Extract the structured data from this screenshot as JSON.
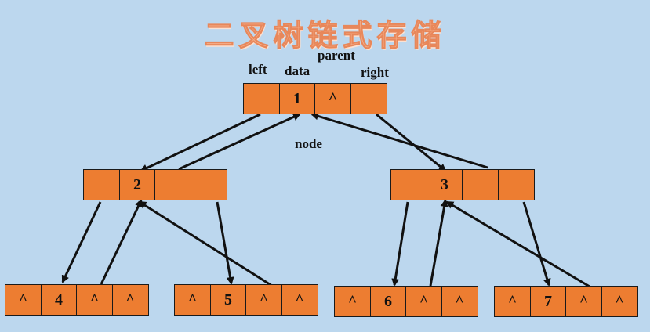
{
  "title": "二叉树链式存储",
  "field_labels": {
    "left": "left",
    "data": "data",
    "parent": "parent",
    "right": "right",
    "node": "node"
  },
  "nodes": [
    {
      "id": "1",
      "cells": [
        "",
        "1",
        "^",
        ""
      ]
    },
    {
      "id": "2",
      "cells": [
        "",
        "2",
        "",
        ""
      ]
    },
    {
      "id": "3",
      "cells": [
        "",
        "3",
        "",
        ""
      ]
    },
    {
      "id": "4",
      "cells": [
        "^",
        "4",
        "^",
        "^"
      ]
    },
    {
      "id": "5",
      "cells": [
        "^",
        "5",
        "^",
        "^"
      ]
    },
    {
      "id": "6",
      "cells": [
        "^",
        "6",
        "^",
        "^"
      ]
    },
    {
      "id": "7",
      "cells": [
        "^",
        "7",
        "^",
        "^"
      ]
    }
  ],
  "edges": [
    {
      "from": "1",
      "to": "2",
      "kind": "left-child"
    },
    {
      "from": "1",
      "to": "3",
      "kind": "right-child"
    },
    {
      "from": "2",
      "to": "1",
      "kind": "parent"
    },
    {
      "from": "3",
      "to": "1",
      "kind": "parent"
    },
    {
      "from": "2",
      "to": "4",
      "kind": "left-child"
    },
    {
      "from": "2",
      "to": "5",
      "kind": "right-child"
    },
    {
      "from": "4",
      "to": "2",
      "kind": "parent"
    },
    {
      "from": "5",
      "to": "2",
      "kind": "parent"
    },
    {
      "from": "3",
      "to": "6",
      "kind": "left-child"
    },
    {
      "from": "3",
      "to": "7",
      "kind": "right-child"
    },
    {
      "from": "6",
      "to": "3",
      "kind": "parent"
    },
    {
      "from": "7",
      "to": "3",
      "kind": "parent"
    }
  ],
  "colors": {
    "background": "#bcd7ee",
    "cell_fill": "#ed7d31",
    "title": "#f5b18c",
    "line": "#111111"
  }
}
